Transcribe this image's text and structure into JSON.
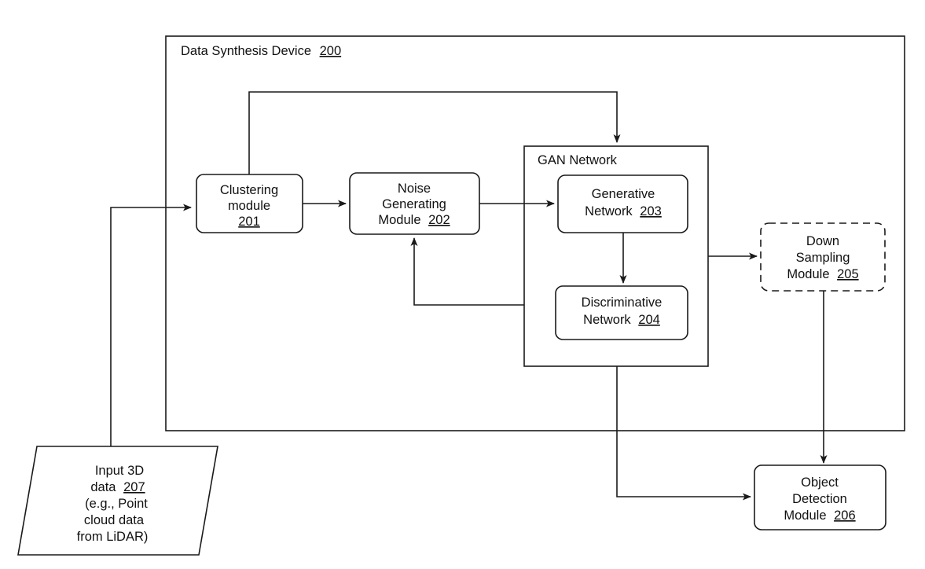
{
  "figure": {
    "type": "block-diagram",
    "style": "patent-figure",
    "stroke_color": "#1a1a1a",
    "background_color": "#ffffff"
  },
  "container": {
    "name": "Data Synthesis Device",
    "title_text": "Data Synthesis Device",
    "reference_numeral": "200",
    "border": "solid"
  },
  "blocks": [
    {
      "id": "clustering",
      "lines": [
        "Clustering",
        "module"
      ],
      "reference_numeral": "201",
      "border": "solid",
      "shape": "rounded-rect"
    },
    {
      "id": "noise",
      "lines": [
        "Noise",
        "Generating",
        "Module"
      ],
      "reference_numeral": "202",
      "border": "solid",
      "shape": "rounded-rect"
    },
    {
      "id": "gan",
      "title_text": "GAN Network",
      "reference_numeral": "",
      "border": "solid",
      "shape": "rect"
    },
    {
      "id": "generative",
      "lines": [
        "Generative",
        "Network"
      ],
      "reference_numeral": "203",
      "border": "solid",
      "shape": "rounded-rect"
    },
    {
      "id": "discriminative",
      "lines": [
        "Discriminative",
        "Network"
      ],
      "reference_numeral": "204",
      "border": "solid",
      "shape": "rounded-rect"
    },
    {
      "id": "downsampling",
      "lines": [
        "Down",
        "Sampling",
        "Module"
      ],
      "reference_numeral": "205",
      "border": "dashed",
      "shape": "rounded-rect"
    },
    {
      "id": "objectdetection",
      "lines": [
        "Object",
        "Detection",
        "Module"
      ],
      "reference_numeral": "206",
      "border": "solid",
      "shape": "rounded-rect"
    },
    {
      "id": "input3d",
      "lines": [
        "Input 3D",
        "data",
        "(e.g., Point",
        "cloud data",
        "from LiDAR)"
      ],
      "reference_numeral": "207",
      "border": "solid",
      "shape": "parallelogram"
    }
  ],
  "text": {
    "container_title": "Data Synthesis Device",
    "container_ref": "200",
    "clustering_l1": "Clustering",
    "clustering_l2": "module",
    "clustering_ref": "201",
    "noise_l1": "Noise",
    "noise_l2": "Generating",
    "noise_l3": "Module",
    "noise_ref": "202",
    "gan_title": "GAN Network",
    "generative_l1": "Generative",
    "generative_l2": "Network",
    "generative_ref": "203",
    "discriminative_l1": "Discriminative",
    "discriminative_l2": "Network",
    "discriminative_ref": "204",
    "downsampling_l1": "Down",
    "downsampling_l2": "Sampling",
    "downsampling_l3": "Module",
    "downsampling_ref": "205",
    "objectdetection_l1": "Object",
    "objectdetection_l2": "Detection",
    "objectdetection_l3": "Module",
    "objectdetection_ref": "206",
    "input_l1": "Input 3D",
    "input_l2": "data",
    "input_ref": "207",
    "input_l3": "(e.g., Point",
    "input_l4": "cloud data",
    "input_l5": "from LiDAR)"
  },
  "connections": [
    {
      "from": "input3d",
      "to": "clustering",
      "kind": "arrow",
      "route": "up-right"
    },
    {
      "from": "clustering",
      "to": "noise",
      "kind": "arrow",
      "route": "straight"
    },
    {
      "from": "clustering",
      "to": "gan",
      "kind": "arrow",
      "route": "up-right-down"
    },
    {
      "from": "noise",
      "to": "generative",
      "kind": "arrow",
      "route": "straight"
    },
    {
      "from": "generative",
      "to": "discriminative",
      "kind": "arrow",
      "route": "down"
    },
    {
      "from": "gan",
      "to": "noise",
      "kind": "arrow",
      "route": "left-up-feedback"
    },
    {
      "from": "gan",
      "to": "downsampling",
      "kind": "arrow",
      "route": "straight"
    },
    {
      "from": "gan",
      "to": "objectdetection",
      "kind": "arrow",
      "route": "down-right"
    },
    {
      "from": "downsampling",
      "to": "objectdetection",
      "kind": "arrow",
      "route": "down"
    }
  ]
}
